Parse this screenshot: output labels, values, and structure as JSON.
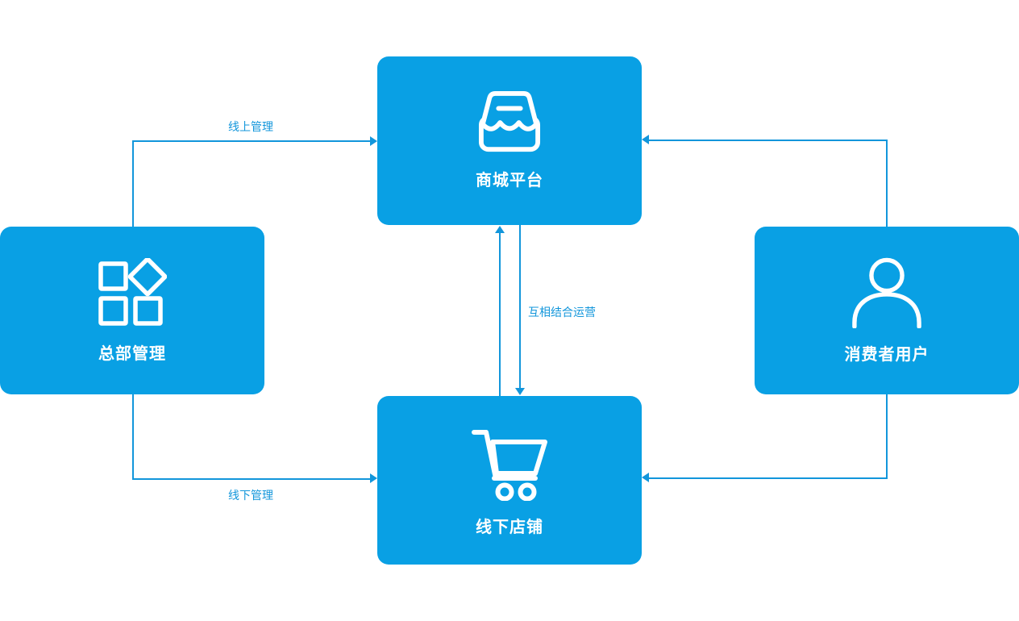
{
  "diagram": {
    "title": "",
    "background_color": "#ffffff",
    "node_fill_color": "#09a0e4",
    "node_text_color": "#ffffff",
    "connector_color": "#1296db"
  },
  "nodes": [
    {
      "id": "mall-platform",
      "label": "商城平台",
      "icon": "storefront-icon"
    },
    {
      "id": "headquarters",
      "label": "总部管理",
      "icon": "apps-grid-icon"
    },
    {
      "id": "consumer-user",
      "label": "消费者用户",
      "icon": "user-icon"
    },
    {
      "id": "offline-store",
      "label": "线下店铺",
      "icon": "shopping-cart-icon"
    }
  ],
  "edges": [
    {
      "from": "总部管理",
      "to": "商城平台",
      "label": "线上管理",
      "direction": "one-way"
    },
    {
      "from": "总部管理",
      "to": "线下店铺",
      "label": "线下管理",
      "direction": "one-way"
    },
    {
      "from": "商城平台",
      "to": "线下店铺",
      "label": "互相结合运营",
      "direction": "two-way"
    },
    {
      "from": "消费者用户",
      "to": "商城平台",
      "label": "",
      "direction": "one-way"
    },
    {
      "from": "消费者用户",
      "to": "线下店铺",
      "label": "",
      "direction": "one-way"
    }
  ]
}
